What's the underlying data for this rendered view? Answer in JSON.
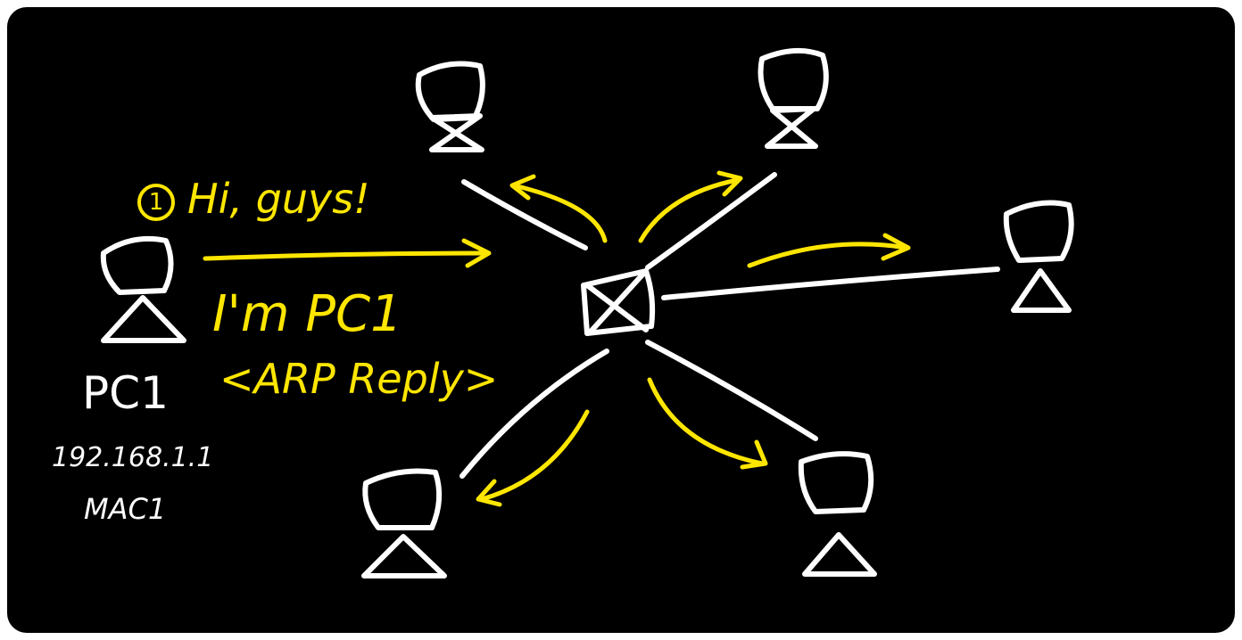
{
  "message": {
    "step_number": "1",
    "line1": "Hi, guys!",
    "line2": "I'm PC1",
    "line3": "<ARP Reply>"
  },
  "sender": {
    "name": "PC1",
    "ip": "192.168.1.1",
    "mac": "MAC1"
  },
  "colors": {
    "background": "#000000",
    "stroke": "#ffffff",
    "highlight": "#ffe600"
  }
}
